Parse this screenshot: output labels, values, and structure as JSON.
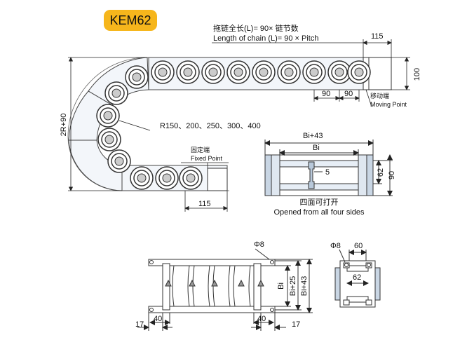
{
  "model_badge": "KEM62",
  "colors": {
    "badge_fill": "#f6b61c",
    "line": "#333333",
    "accent_chain": "#7a8ea8",
    "frame_fill": "#e7eef6"
  },
  "main_view": {
    "title_cn": "拖链全长(L)= 90× 链节数",
    "title_en": "Length of chain (L)= 90 × Pitch",
    "dim_top_right": "115",
    "dim_right_height": "100",
    "dim_pitch_1": "90",
    "dim_pitch_2": "90",
    "moving_point_cn": "移动端",
    "moving_point_en": "Moving Point",
    "radius_options": "R150、200、250、300、400",
    "height_label": "2R+90",
    "fixed_point_cn": "固定端",
    "fixed_point_en": "Fixed Point",
    "dim_bottom": "115"
  },
  "cross_section": {
    "dim_outer": "Bi+43",
    "dim_inner": "Bi",
    "dim_5": "5",
    "dim_62": "62",
    "dim_90": "90",
    "note_cn": "四面可打开",
    "note_en": "Opened from all four sides"
  },
  "bottom_top_view": {
    "phi": "Φ8",
    "dim_bi": "Bi",
    "dim_bi25": "Bi+25",
    "dim_bi43": "Bi+43",
    "dim_17_left": "17",
    "dim_40_left": "40",
    "dim_40_right": "40",
    "dim_17_right": "17"
  },
  "bottom_end_view": {
    "phi": "Φ8",
    "dim_60": "60",
    "dim_62": "62"
  }
}
